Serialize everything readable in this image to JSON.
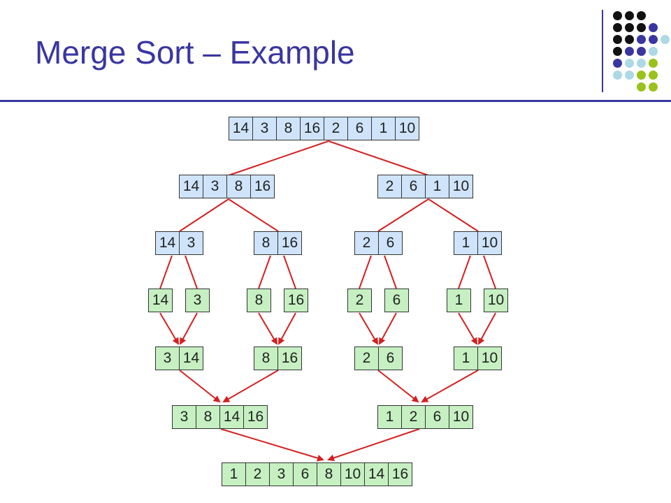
{
  "slide": {
    "title": "Merge Sort – Example"
  },
  "colors": {
    "accent": "#3a36a0",
    "divide_fill": "#cfe4fb",
    "merge_fill": "#c6f0c2",
    "arrow": "#d42020",
    "dot_black": "#111111",
    "dot_blue": "#3a36a0",
    "dot_lightblue": "#add8e6",
    "dot_green": "#99c21c"
  },
  "decor_dot_rows": [
    [
      "black",
      "black",
      "black"
    ],
    [
      "black",
      "black",
      "black",
      "blue"
    ],
    [
      "black",
      "black",
      "blue",
      "blue",
      "lightblue"
    ],
    [
      "black",
      "blue",
      "blue",
      "lightblue"
    ],
    [
      "blue",
      "lightblue",
      "lightblue",
      "green"
    ],
    [
      "lightblue",
      "lightblue",
      "green",
      "green"
    ],
    [
      "green",
      "green"
    ]
  ],
  "levels": {
    "root": [
      "14",
      "3",
      "8",
      "16",
      "2",
      "6",
      "1",
      "10"
    ],
    "split_left": [
      "14",
      "3",
      "8",
      "16"
    ],
    "split_right": [
      "2",
      "6",
      "1",
      "10"
    ],
    "pair_a": [
      "14",
      "3"
    ],
    "pair_b": [
      "8",
      "16"
    ],
    "pair_c": [
      "2",
      "6"
    ],
    "pair_d": [
      "1",
      "10"
    ],
    "singles": [
      "14",
      "3",
      "8",
      "16",
      "2",
      "6",
      "1",
      "10"
    ],
    "merged_a": [
      "3",
      "14"
    ],
    "merged_b": [
      "8",
      "16"
    ],
    "merged_c": [
      "2",
      "6"
    ],
    "merged_d": [
      "1",
      "10"
    ],
    "merged_left": [
      "3",
      "8",
      "14",
      "16"
    ],
    "merged_right": [
      "1",
      "2",
      "6",
      "10"
    ],
    "result": [
      "1",
      "2",
      "3",
      "6",
      "8",
      "10",
      "14",
      "16"
    ]
  }
}
